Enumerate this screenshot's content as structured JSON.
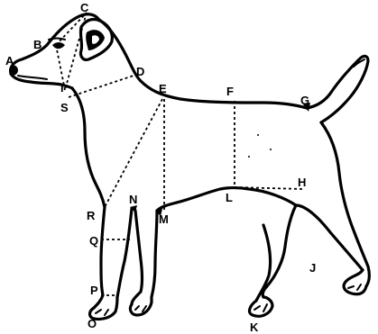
{
  "figure": {
    "type": "anatomical-diagram",
    "subject": "dog",
    "colors": {
      "ink": "#000000",
      "background": "#ffffff"
    }
  },
  "points": [
    {
      "id": "A",
      "label": "A"
    },
    {
      "id": "B",
      "label": "B"
    },
    {
      "id": "C",
      "label": "C"
    },
    {
      "id": "D",
      "label": "D"
    },
    {
      "id": "E",
      "label": "E"
    },
    {
      "id": "F",
      "label": "F"
    },
    {
      "id": "G",
      "label": "G"
    },
    {
      "id": "H",
      "label": "H"
    },
    {
      "id": "I",
      "label": "I"
    },
    {
      "id": "J",
      "label": "J"
    },
    {
      "id": "K",
      "label": "K"
    },
    {
      "id": "L",
      "label": "L"
    },
    {
      "id": "M",
      "label": "M"
    },
    {
      "id": "N",
      "label": "N"
    },
    {
      "id": "O",
      "label": "O"
    },
    {
      "id": "P",
      "label": "P"
    },
    {
      "id": "Q",
      "label": "Q"
    },
    {
      "id": "R",
      "label": "R"
    },
    {
      "id": "S",
      "label": "S"
    }
  ],
  "guides": [
    {
      "from": "B",
      "to": "C"
    },
    {
      "from": "B",
      "to": "I"
    },
    {
      "from": "C",
      "to": "I"
    },
    {
      "from": "S",
      "to": "D"
    },
    {
      "from": "E",
      "to": "R"
    },
    {
      "from": "E",
      "to": "M"
    },
    {
      "from": "F",
      "to": "L"
    },
    {
      "from": "L",
      "to": "H"
    },
    {
      "from": "Q",
      "to": "Q2"
    },
    {
      "from": "P",
      "to": "P2"
    }
  ]
}
